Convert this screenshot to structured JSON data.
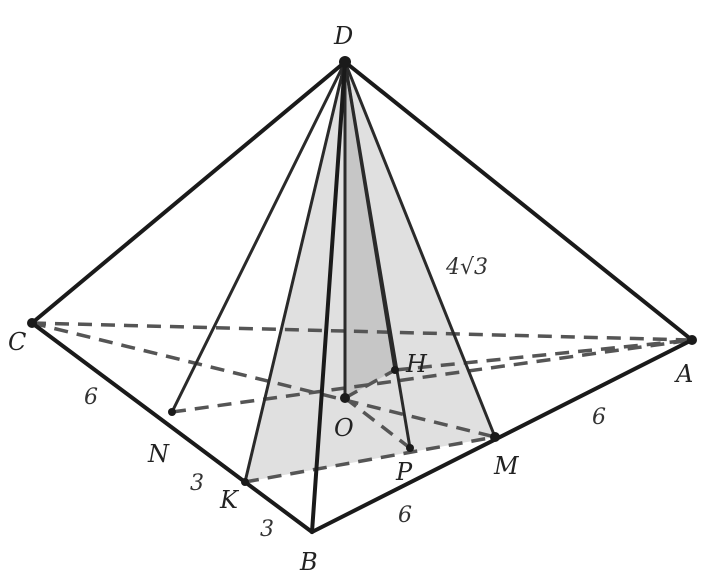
{
  "diagram": {
    "vertices": {
      "D": "D",
      "A": "A",
      "B": "B",
      "C": "C",
      "N": "N",
      "K": "K",
      "M": "M",
      "O": "O",
      "H": "H",
      "P": "P"
    },
    "measures": {
      "edge_da": "4√3",
      "cn": "6",
      "nk": "3",
      "kb": "3",
      "bp": "6",
      "ma": "6"
    }
  }
}
